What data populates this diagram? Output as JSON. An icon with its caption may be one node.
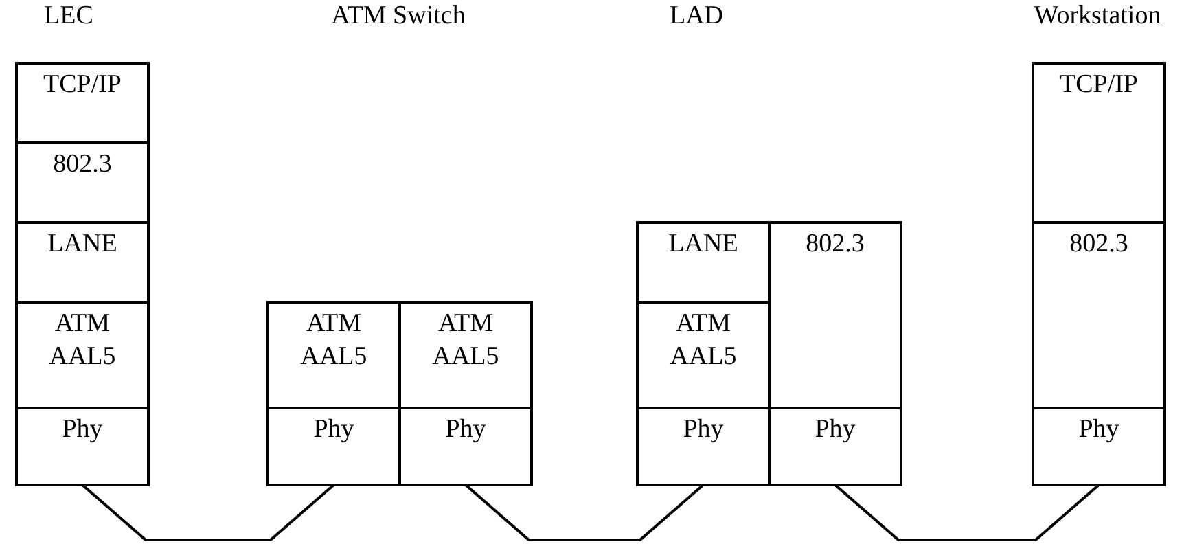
{
  "diagram": {
    "nodes": [
      {
        "text": [
          "TCP/IP"
        ]
      },
      {
        "text": [
          "802.3"
        ]
      },
      {
        "text": [
          "LANE"
        ]
      },
      {
        "text": [
          "ATM AAL5"
        ]
      },
      {
        "text": [
          "Phy"
        ]
      },
      {
        "text": [
          "ATM AAL5"
        ]
      },
      {
        "text": [
          "ATM AAL5"
        ]
      },
      {
        "text": [
          "Phy"
        ]
      },
      {
        "text": [
          "Phy"
        ]
      },
      {
        "text": [
          "LANE"
        ]
      },
      {
        "text": [
          "802.3"
        ]
      },
      {
        "text": [
          "ATM AAL5"
        ]
      },
      {
        "text": [
          "Phy"
        ]
      },
      {
        "text": [
          "Phy"
        ]
      },
      {
        "text": [
          "TCP/IP"
        ]
      },
      {
        "text": [
          "802.3"
        ]
      },
      {
        "text": [
          "Phy"
        ]
      }
    ],
    "edges": [
      {
        "from": 4,
        "to": 7,
        "arrow": "none"
      },
      {
        "from": 8,
        "to": 12,
        "arrow": "none"
      },
      {
        "from": 13,
        "to": 16,
        "arrow": "none"
      }
    ],
    "labels": [
      "LEC",
      "ATM Switch",
      "LAD",
      "Workstation"
    ]
  }
}
